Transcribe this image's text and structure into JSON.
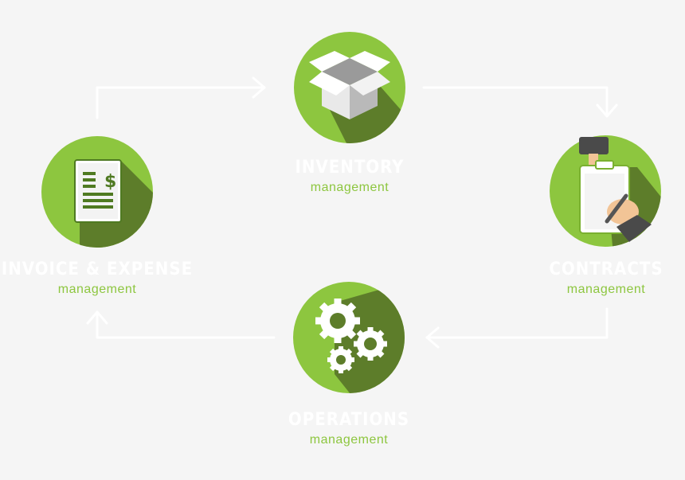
{
  "colors": {
    "background": "#f5f5f5",
    "circle_green": "#8dc63f",
    "shadow_green": "#5d7d2a",
    "arrow": "#ffffff",
    "subtitle": "#8dc63f",
    "title": "#ffffff"
  },
  "nodes": {
    "inventory": {
      "title": "INVENTORY",
      "subtitle": "management",
      "icon": "open-box-icon"
    },
    "contracts": {
      "title": "CONTRACTS",
      "subtitle": "management",
      "icon": "clipboard-signing-icon"
    },
    "operations": {
      "title": "OPERATIONS",
      "subtitle": "management",
      "icon": "gears-icon"
    },
    "invoice": {
      "title": "INVOICE & EXPENSE",
      "subtitle": "management",
      "icon": "invoice-dollar-icon"
    }
  },
  "flow": [
    "invoice",
    "inventory",
    "contracts",
    "operations",
    "invoice"
  ]
}
